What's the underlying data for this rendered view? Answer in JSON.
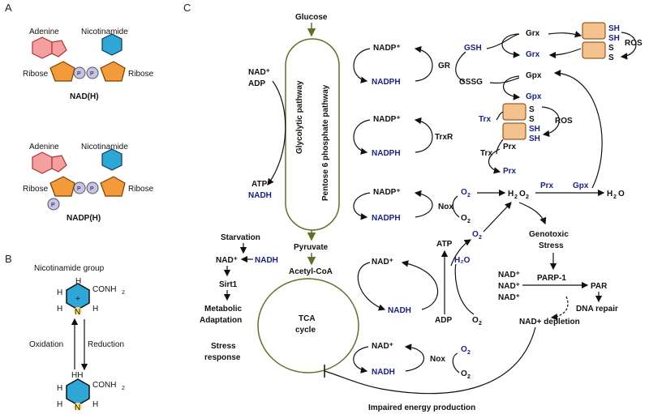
{
  "panel_a": {
    "label": "A",
    "nad": {
      "adenine": "Adenine",
      "nicotinamide": "Nicotinamide",
      "ribose_left": "Ribose",
      "ribose_right": "Ribose",
      "p": "P",
      "title": "NAD(H)"
    },
    "nadp": {
      "adenine": "Adenine",
      "nicotinamide": "Nicotinamide",
      "ribose_left": "Ribose",
      "ribose_right": "Ribose",
      "p": "P",
      "title": "NADP(H)"
    }
  },
  "panel_b": {
    "label": "B",
    "group_title": "Nicotinamide group",
    "h": "H",
    "n": "N",
    "plus": "+",
    "conh": "CONH",
    "two": "2",
    "hh": "HH",
    "oxidation": "Oxidation",
    "reduction": "Reduction"
  },
  "panel_c": {
    "label": "C",
    "glucose": "Glucose",
    "glycolytic": "Glycolytic pathway",
    "ppp": "Pentose 6 phosphate pathway",
    "nad_plus": "NAD⁺",
    "adp": "ADP",
    "atp": "ATP",
    "nadh": "NADH",
    "pyruvate": "Pyruvate",
    "acetyl": "Acetyl-CoA",
    "tca": "TCA",
    "cycle": "cycle",
    "starvation": "Starvation",
    "sirt1": "Sirt1",
    "metabolic": "Metabolic",
    "adaptation": "Adaptation",
    "stress": "Stress",
    "response": "response",
    "nadp_plus": "NADP⁺",
    "nadph": "NADPH",
    "gr": "GR",
    "gsh": "GSH",
    "gssg": "GSSG",
    "grx": "Grx",
    "gpx": "Gpx",
    "sh": "SH",
    "s": "S",
    "ros": "ROS",
    "trxr": "TrxR",
    "trx": "Trx",
    "prx": "Prx",
    "nox": "Nox",
    "o2": "O",
    "h2o2": "H",
    "h2o": "H",
    "h2o_blue": "H₂O",
    "genotoxic": "Genotoxic",
    "gstress": "Stress",
    "parp": "PARP-1",
    "par": "PAR",
    "dna": "DNA repair",
    "depletion": "NAD+ depletion",
    "impaired": "Impaired energy production"
  }
}
